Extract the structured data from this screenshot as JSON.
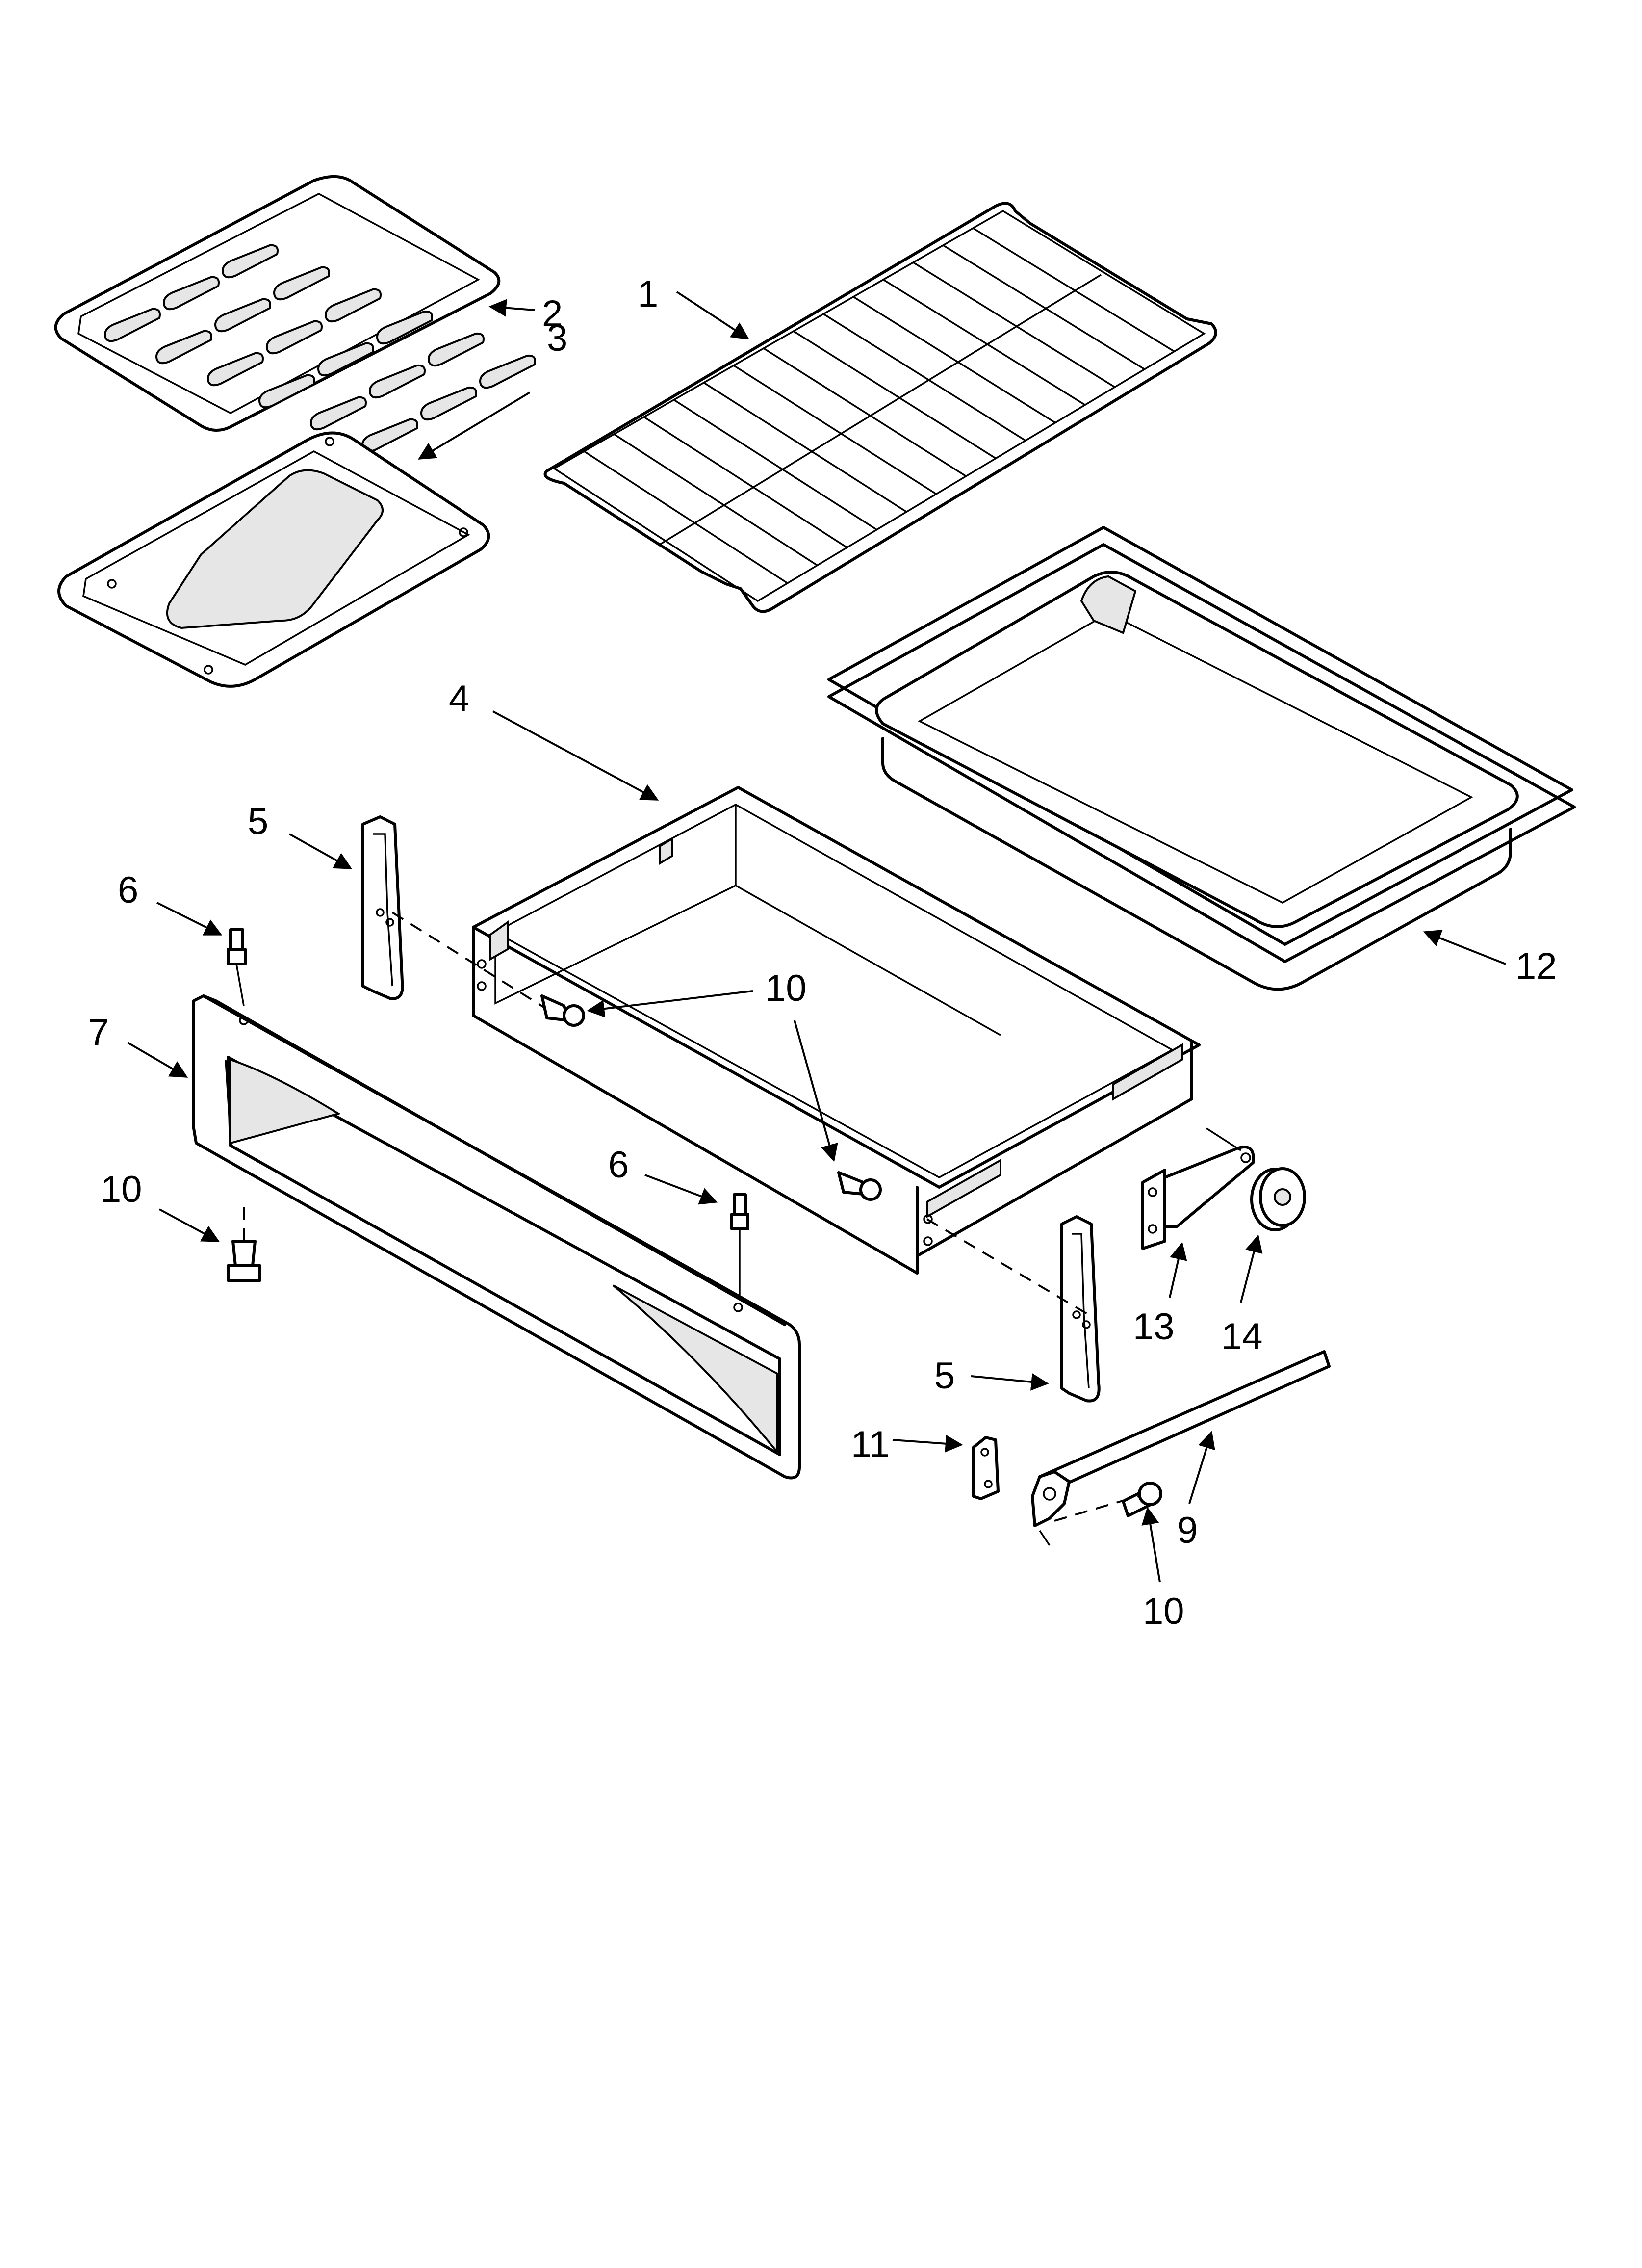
{
  "callouts": {
    "c1": "1",
    "c2": "2",
    "c3": "3",
    "c4": "4",
    "c5a": "5",
    "c5b": "5",
    "c6a": "6",
    "c6b": "6",
    "c7": "7",
    "c9": "9",
    "c10a": "10",
    "c10b": "10",
    "c10c": "10",
    "c11": "11",
    "c12": "12",
    "c13": "13",
    "c14": "14"
  }
}
